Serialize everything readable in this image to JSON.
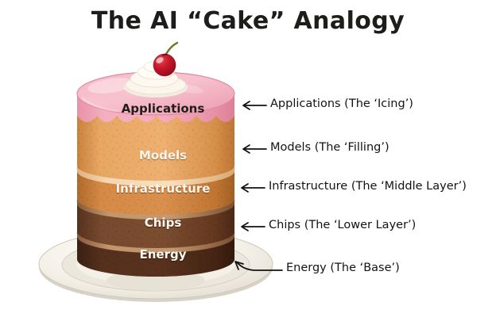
{
  "page": {
    "title": "The AI “Cake” Analogy",
    "background_color": "#ffffff",
    "text_color": "#1d1d1b"
  },
  "cake": {
    "topper": {
      "cherry_name": "cherry",
      "cherry_color": "#c0121f",
      "cream_name": "whipped-cream-swirl",
      "cream_color": "#fbf6ec",
      "stem_color": "#6b7a2a"
    },
    "plate": {
      "name": "cake-plate",
      "color": "#efeae0",
      "rim_color": "#ffffff"
    },
    "layers": [
      {
        "id": "applications",
        "label": "Applications",
        "color": "#f2a7b8",
        "color_dark": "#e88fa4",
        "text_color": "#211d1c",
        "role": "icing"
      },
      {
        "id": "models",
        "label": "Models",
        "color": "#e5a15c",
        "color_dark": "#cf8640",
        "text_color": "#fdf6ee",
        "role": "filling"
      },
      {
        "id": "infrastructure",
        "label": "Infrastructure",
        "color": "#cf8341",
        "color_dark": "#b56b2e",
        "text_color": "#fdf6ee",
        "role": "middle-layer"
      },
      {
        "id": "chips",
        "label": "Chips",
        "color": "#6d422a",
        "color_dark": "#57321f",
        "text_color": "#fffaf3",
        "role": "lower-layer"
      },
      {
        "id": "energy",
        "label": "Energy",
        "color": "#4b2a18",
        "color_dark": "#3a2012",
        "text_color": "#fffaf3",
        "role": "base"
      }
    ]
  },
  "callouts": [
    {
      "id": "applications",
      "text": "Applications (The ‘Icing’)"
    },
    {
      "id": "models",
      "text": "Models (The ‘Filling’)"
    },
    {
      "id": "infrastructure",
      "text": "Infrastructure (The ‘Middle Layer’)"
    },
    {
      "id": "chips",
      "text": "Chips (The ‘Lower Layer’)"
    },
    {
      "id": "energy",
      "text": "Energy (The ‘Base’)"
    }
  ],
  "arrows": {
    "name": "leader-arrow",
    "color": "#111111",
    "direction": "left"
  }
}
